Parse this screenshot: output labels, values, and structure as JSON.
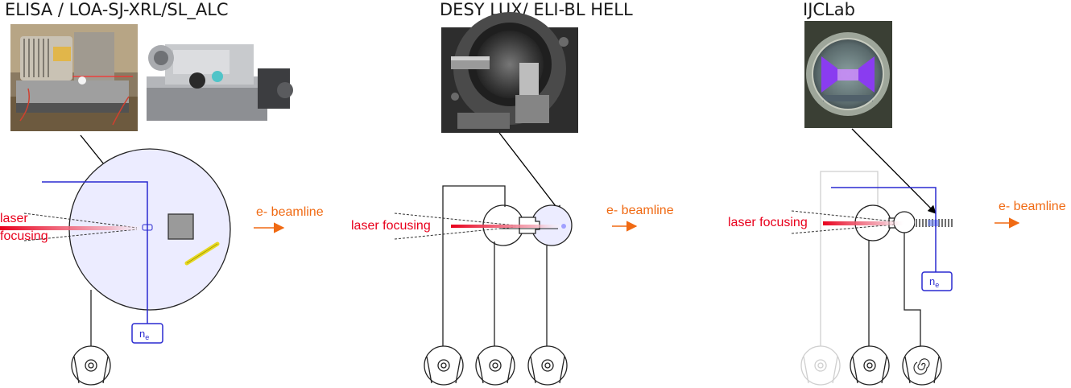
{
  "colors": {
    "laser": "#e8001c",
    "beam": "#f06a13",
    "density": "#2a2ad0",
    "chamber_fill": "#ececff",
    "faded": "#cfcfcf",
    "pump": "#222222"
  },
  "panels": [
    {
      "title": "ELISA / LOA-SJ-XRL/SL_ALC",
      "laser_label_line1": "laser",
      "laser_label_line2": "focusing",
      "beam_label": "e- beamline",
      "density_label": "n",
      "density_sub": "e"
    },
    {
      "title": "DESY LUX/ ELI-BL HELL",
      "laser_label": "laser focusing",
      "beam_label": "e- beamline"
    },
    {
      "title": "IJCLab",
      "laser_label": "laser focusing",
      "beam_label": "e- beamline",
      "density_label": "n",
      "density_sub": "e"
    }
  ]
}
